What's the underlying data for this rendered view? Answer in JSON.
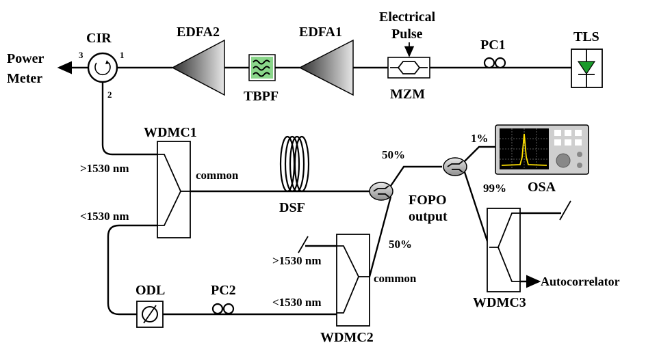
{
  "labels": {
    "power_meter_line1": "Power",
    "power_meter_line2": "Meter",
    "cir": "CIR",
    "cir_port1": "1",
    "cir_port2": "2",
    "cir_port3": "3",
    "edfa2": "EDFA2",
    "edfa1": "EDFA1",
    "tbpf": "TBPF",
    "electrical_line1": "Electrical",
    "electrical_line2": "Pulse",
    "mzm": "MZM",
    "pc1": "PC1",
    "tls": "TLS",
    "wdmc1": "WDMC1",
    "wdmc1_gt": ">1530 nm",
    "wdmc1_lt": "<1530 nm",
    "wdmc1_common": "common",
    "dsf": "DSF",
    "coupler1_top": "50%",
    "coupler1_bottom": "50%",
    "fopo_line1": "FOPO",
    "fopo_line2": "output",
    "coupler2_1pct": "1%",
    "coupler2_99pct": "99%",
    "osa": "OSA",
    "wdmc2": "WDMC2",
    "wdmc2_gt": ">1530 nm",
    "wdmc2_lt": "<1530 nm",
    "wdmc2_common": "common",
    "odl": "ODL",
    "pc2": "PC2",
    "wdmc3": "WDMC3",
    "autocorrelator": "Autocorrelator"
  },
  "colors": {
    "line": "#000000",
    "amplifier_gradient_start": "#2f2f2f",
    "amplifier_gradient_end": "#e0e0e0",
    "tls_diode": "#1a9a2a",
    "osa_screen": "#000000",
    "osa_trace": "#ffe000",
    "osa_body": "#cfcfcf",
    "coupler_fill": "#bdbdbd",
    "tbpf_fill": "#7cd07c"
  },
  "icons": [
    "circulator-icon",
    "amplifier-icon",
    "bandpass-filter-icon",
    "modulator-icon",
    "polarization-controller-icon",
    "laser-source-icon",
    "fiber-spool-icon",
    "coupler-icon",
    "spectrum-analyzer-icon",
    "delay-line-icon",
    "wdm-coupler-icon"
  ]
}
